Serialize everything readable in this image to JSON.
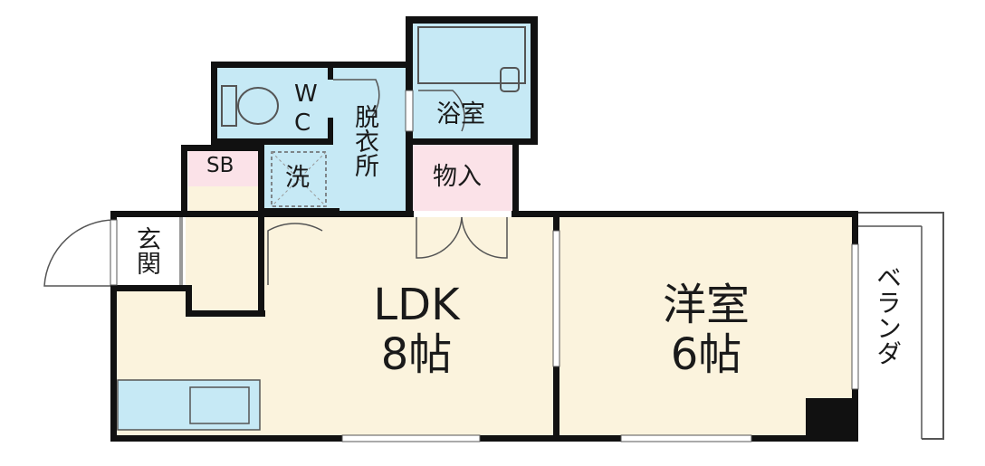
{
  "rooms": {
    "wc": "WC",
    "sb": "SB",
    "wash": "洗",
    "dressing": "脱衣所",
    "bath": "浴室",
    "storage": "物入",
    "entrance": "玄関",
    "ldk_name": "LDK",
    "ldk_size": "8帖",
    "western_name": "洋室",
    "western_size": "6帖",
    "balcony": "ベランダ"
  },
  "colors": {
    "wall": "#111111",
    "floor": "#fbf3dd",
    "wet_area": "#c6e9f5",
    "storage": "#fbe2e8",
    "entrance": "#ffffff",
    "line": "#555555"
  }
}
